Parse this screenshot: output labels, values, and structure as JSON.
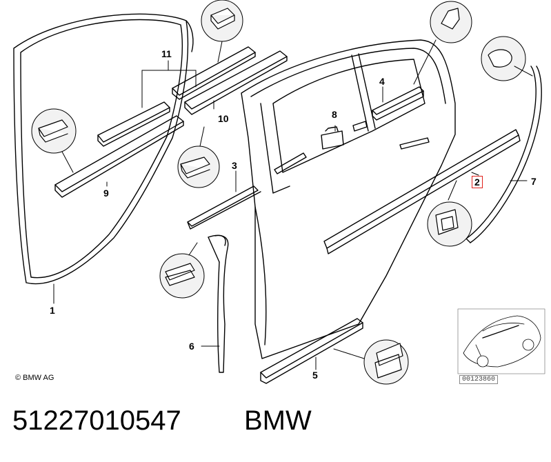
{
  "callouts": [
    {
      "id": "11",
      "text": "11"
    },
    {
      "id": "10",
      "text": "10"
    },
    {
      "id": "9",
      "text": "9"
    },
    {
      "id": "8",
      "text": "8"
    },
    {
      "id": "4",
      "text": "4"
    },
    {
      "id": "3",
      "text": "3"
    },
    {
      "id": "2",
      "text": "2",
      "highlighted": true
    },
    {
      "id": "7",
      "text": "7"
    },
    {
      "id": "1",
      "text": "1"
    },
    {
      "id": "6",
      "text": "6"
    },
    {
      "id": "5",
      "text": "5"
    }
  ],
  "copyright": "© BMW AG",
  "reference_code": "00123860",
  "footer": {
    "part_number": "51227010547",
    "brand": "BMW"
  },
  "colors": {
    "line": "#000000",
    "highlight": "#e0201a",
    "detail_circle_fill": "#f2f2f2"
  }
}
